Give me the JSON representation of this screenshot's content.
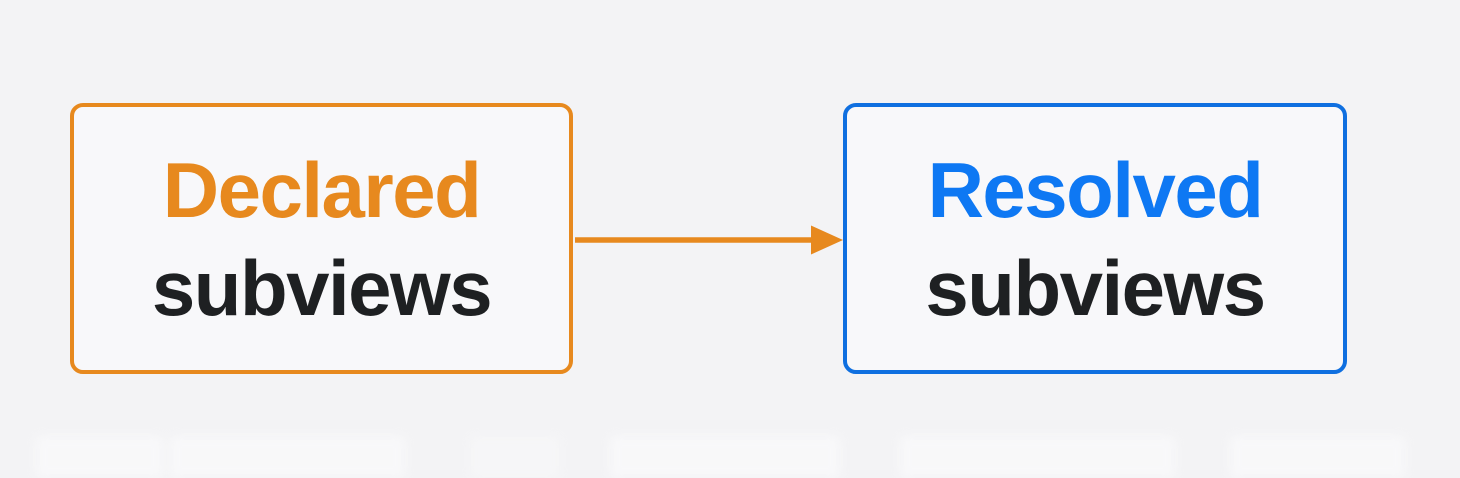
{
  "colors": {
    "page_bg": "#F3F3F5",
    "node_bg": "#F8F8FA",
    "orange": "#E7891E",
    "blue_border": "#0F6FE0",
    "blue_text": "#0E78F3",
    "dark": "#1E2022"
  },
  "diagram": {
    "nodes": [
      {
        "id": "declared",
        "title": "Declared",
        "subtitle": "subviews",
        "accent": "#E7891E"
      },
      {
        "id": "resolved",
        "title": "Resolved",
        "subtitle": "subviews",
        "accent": "#0E78F3"
      }
    ],
    "arrow": {
      "from": "declared",
      "to": "resolved",
      "direction": "right",
      "color": "#E7891E"
    }
  }
}
